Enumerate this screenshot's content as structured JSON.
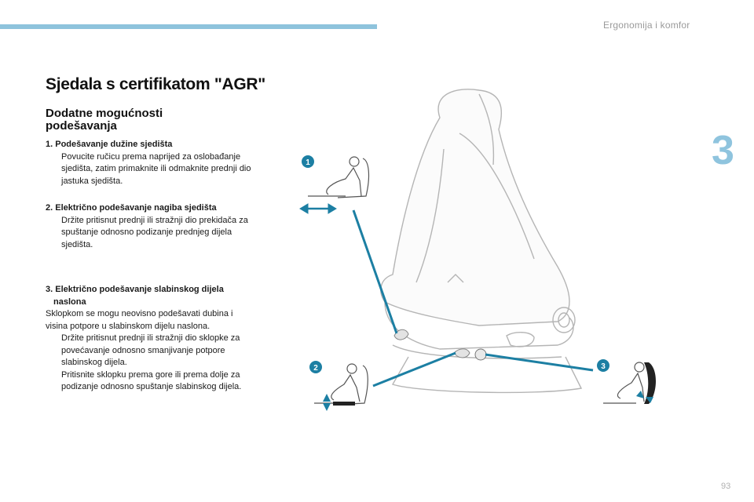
{
  "header": {
    "section_title": "Ergonomija i komfor",
    "chapter_number": "3",
    "page_number": "93"
  },
  "content": {
    "title": "Sjedala s certifikatom \"AGR\"",
    "subtitle": "Dodatne mogućnosti podešavanja",
    "item1": {
      "heading": "1. Podešavanje dužine sjedišta",
      "bullets": [
        "Povucite ručicu prema naprijed za oslobađanje sjedišta, zatim primaknite ili odmaknite prednji dio jastuka sjedišta."
      ]
    },
    "item2": {
      "heading": "2. Električno podešavanje nagiba sjedišta",
      "bullets": [
        "Držite pritisnut prednji ili stražnji dio prekidača za spuštanje odnosno podizanje prednjeg dijela sjedišta."
      ]
    },
    "item3": {
      "heading": "3. Električno podešavanje slabinskog dijela naslona",
      "intro": "Sklopkom se mogu neovisno podešavati dubina i visina potpore u slabinskom dijelu naslona.",
      "bullets": [
        "Držite pritisnut prednji ili stražnji dio sklopke za povećavanje odnosno smanjivanje potpore slabinskog dijela.",
        "Pritisnite sklopku prema gore ili prema dolje za podizanje odnosno spuštanje slabinskog dijela."
      ]
    },
    "bullet_marker": "",
    "badges": [
      "1",
      "2",
      "3"
    ]
  },
  "colors": {
    "accent": "#1c7fa3",
    "topbar": "#8ec3dc",
    "chapter": "#8fc4de"
  }
}
